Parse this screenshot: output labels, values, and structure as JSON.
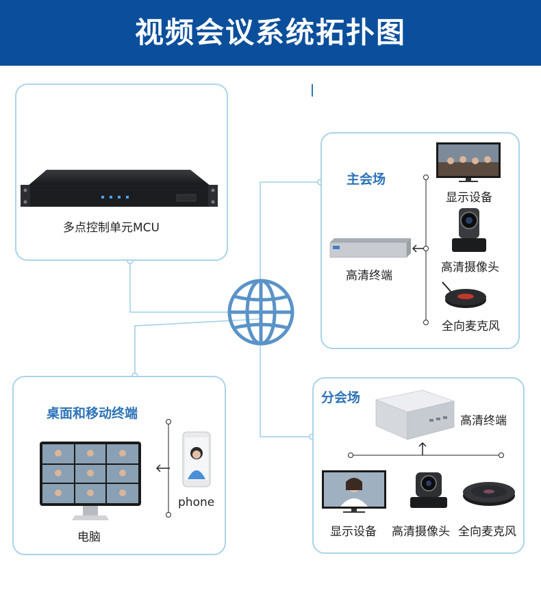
{
  "title": "视频会议系统拓扑图",
  "mcu": {
    "label": "多点控制单元MCU"
  },
  "main_venue": {
    "heading": "主会场",
    "terminal": "高清终端",
    "display": "显示设备",
    "camera": "高清摄像头",
    "microphone": "全向麦克风"
  },
  "branch_venue": {
    "heading": "分会场",
    "terminal": "高清终端",
    "display": "显示设备",
    "camera": "高清摄像头",
    "microphone": "全向麦克风"
  },
  "desktop": {
    "heading": "桌面和移动终端",
    "computer": "电脑",
    "phone": "phone"
  },
  "colors": {
    "banner": "#0b4f9c",
    "panel_border": "#a9d3ea",
    "link": "#9ccde6",
    "globe": "#5a93c8",
    "heading": "#2d73b8"
  },
  "icons": [
    "globe-icon",
    "mcu-device-icon",
    "tv-icon",
    "ptz-camera-icon",
    "speakerphone-icon",
    "terminal-box-icon",
    "monitor-icon",
    "smartphone-icon",
    "arrow-left-icon",
    "arrow-up-icon"
  ]
}
